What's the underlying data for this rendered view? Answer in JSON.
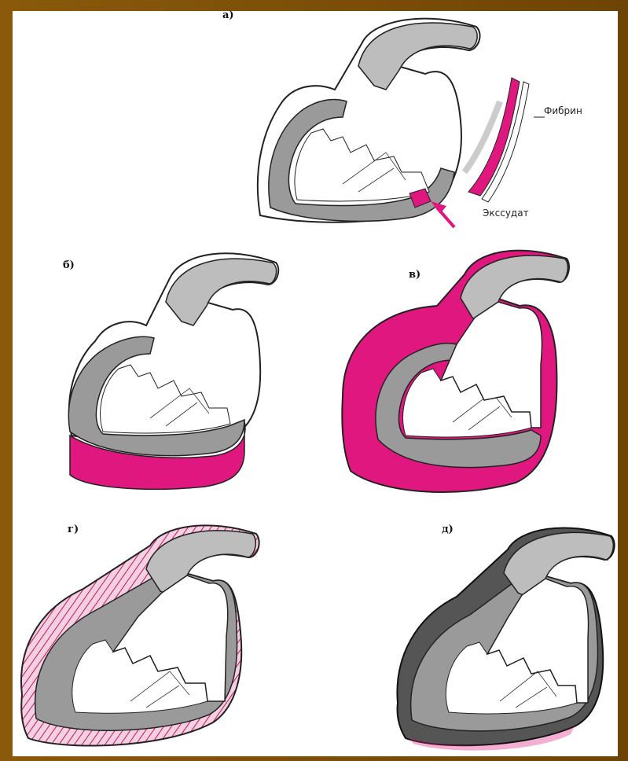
{
  "panels": [
    {
      "id": "a",
      "label": "а)"
    },
    {
      "id": "b",
      "label": "б)"
    },
    {
      "id": "c",
      "label": "в)"
    },
    {
      "id": "d",
      "label": "г)"
    },
    {
      "id": "e",
      "label": "д)"
    }
  ],
  "annotations": {
    "fibrin": "Фибрин",
    "exudate": "Экссудат"
  },
  "colors": {
    "frame": "#7a4a08",
    "pericardial_effusion": "#e0177f",
    "myocardium": "#9a9a9a",
    "scar": "#444444"
  }
}
